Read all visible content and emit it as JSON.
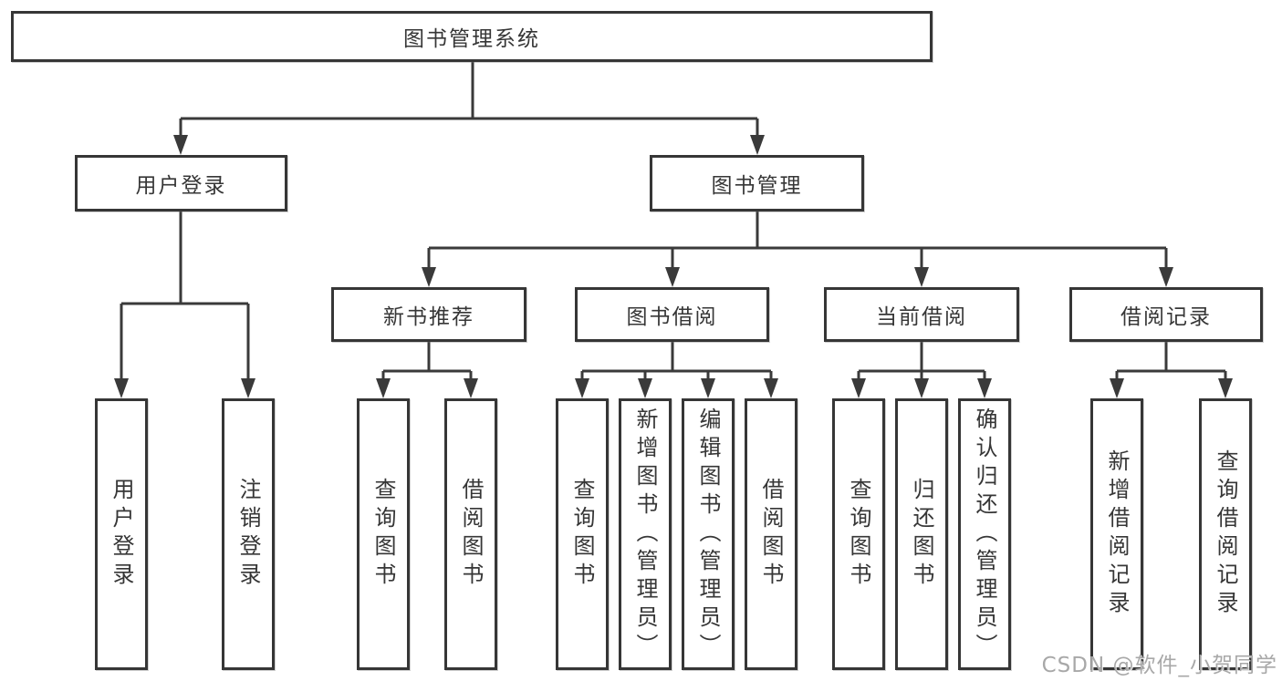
{
  "tree": {
    "root": "图书管理系统",
    "branches": [
      {
        "label": "用户登录",
        "children": [
          "用户登录",
          "注销登录"
        ]
      },
      {
        "label": "图书管理",
        "sections": [
          {
            "label": "新书推荐",
            "children": [
              "查询图书",
              "借阅图书"
            ]
          },
          {
            "label": "图书借阅",
            "children": [
              "查询图书",
              "新增图书（管理员）",
              "编辑图书（管理员）",
              "借阅图书"
            ]
          },
          {
            "label": "当前借阅",
            "children": [
              "查询图书",
              "归还图书",
              "确认归还（管理员）"
            ]
          },
          {
            "label": "借阅记录",
            "children": [
              "新增借阅记录",
              "查询借阅记录"
            ]
          }
        ]
      }
    ]
  },
  "watermark": "CSDN @软件_小贺同学",
  "colors": {
    "line": "#3a3a3a",
    "box_border": "#363636",
    "text": "#363636",
    "watermark": "#a8a8a8",
    "background": "#ffffff"
  }
}
